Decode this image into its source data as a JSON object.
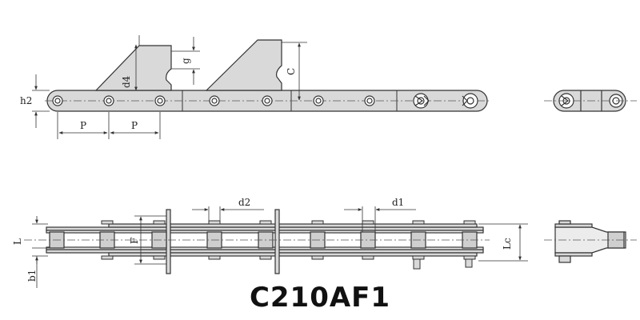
{
  "title": "C210AF1",
  "labels": {
    "h2": "h2",
    "p1": "P",
    "p2": "P",
    "d4": "d4",
    "g": "g",
    "c": "C",
    "d2": "d2",
    "d1": "d1",
    "l": "L",
    "f": "F",
    "b1": "b1",
    "lc": "Lc"
  },
  "colors": {
    "plate": "#d9d9d9",
    "stroke": "#333333",
    "roller": "#cfcfcf",
    "centerline": "#555555"
  }
}
